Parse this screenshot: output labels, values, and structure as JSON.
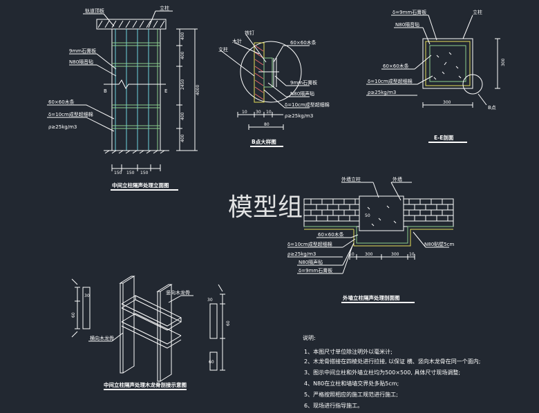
{
  "watermark": "模型组",
  "colors": {
    "background": "#222831",
    "line": "#ffffff",
    "accent_green": "#8fd18f",
    "accent_yellow": "#e8e05a",
    "accent_cyan": "#6fd3df",
    "accent_red": "#e86a6a"
  },
  "elevation": {
    "title": "中间立柱隔声处理立面图",
    "labels": {
      "ceiling": "轨道顶板",
      "column": "立柱",
      "board9": "9mm石膏板",
      "n80": "N80隔音毡",
      "wood": "60×60木条",
      "wool": "δ=10cm成型超细棉",
      "density": "ρ≥25kg/m3",
      "section_b": "B",
      "section_e": "E"
    },
    "dims": {
      "d1": "400",
      "d2": "400",
      "d3": "2450",
      "d4": "400",
      "d5": "400",
      "total": "4000",
      "b1": "150",
      "b2": "150",
      "b3": "150"
    }
  },
  "detail_b": {
    "title": "B点大样图",
    "labels": {
      "nail": "铁钉",
      "wood_nail": "木针",
      "column": "立柱",
      "wood": "60×60木条",
      "board9": "9mm石膏板",
      "n80": "N80隔声毡",
      "wool": "δ=10cm成型超细棉",
      "density": "ρ≥25kg/m3"
    },
    "dims": {
      "a": "10",
      "b": "30",
      "c": "10",
      "d": "80"
    }
  },
  "section_ee": {
    "title": "E-E剖面",
    "labels": {
      "board9": "δ=9mm石膏板",
      "n80": "N80隔音毡",
      "column": "立柱",
      "wood": "60×60木条",
      "wool": "δ=10cm成型超细棉",
      "density": "ρ≥25kg/m3",
      "detail_b": "B点"
    },
    "dims": {
      "h": "300",
      "w": "300"
    }
  },
  "outer": {
    "title": "外墙立柱隔声处理剖面图",
    "labels": {
      "outer_column": "外墙立柱",
      "outer_wall": "外墙",
      "wood": "60×60木条",
      "wool": "δ=10cm成型超细棉",
      "density": "ρ≥25kg/m3",
      "n80": "N80隔声毡",
      "board9": "δ=9mm石膏板",
      "n80b": "N80贴壁5cm",
      "dim50": "50"
    },
    "dims": {
      "a": "10",
      "b": "300",
      "c": "300",
      "d": "10"
    }
  },
  "keel": {
    "title": "中间立柱隔声处理木龙骨剖接示意图",
    "labels": {
      "vertical": "竖向木龙骨",
      "horizontal": "横向木龙骨"
    },
    "dims": {
      "l1": "30",
      "l2": "60",
      "r1": "30",
      "r2": "60",
      "r3": "60"
    }
  },
  "notes": {
    "heading": "说明:",
    "items": [
      "1、本图尺寸单位除注明外以毫米计;",
      "2、木龙骨搭接在四棱处进行拉接, 以保证        横、竖向木龙骨在同一个面内;",
      "3、图示中间立柱和外墙立柱均为500×500, 具体尺寸现场调整;",
      "4、N80在立柱和墙墙交界处多贴5cm;",
      "5、严格按照相应的施工规范进行施工;",
      "6、现场进行指导施工。"
    ]
  }
}
